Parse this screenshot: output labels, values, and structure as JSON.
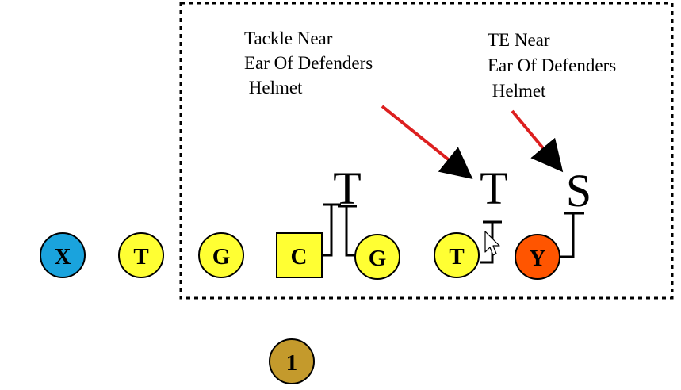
{
  "colors": {
    "lineman": "#ffff33",
    "receiver_x": "#1aa3dd",
    "receiver_y": "#ff5500",
    "back": "#c49a2c",
    "stroke": "#000000",
    "arrow": "#dd1f1f",
    "box_border": "#000000"
  },
  "offense": [
    {
      "id": "x",
      "label": "X",
      "shape": "circle",
      "color_key": "receiver_x"
    },
    {
      "id": "lt",
      "label": "T",
      "shape": "circle",
      "color_key": "lineman"
    },
    {
      "id": "lg",
      "label": "G",
      "shape": "circle",
      "color_key": "lineman"
    },
    {
      "id": "c",
      "label": "C",
      "shape": "square",
      "color_key": "lineman"
    },
    {
      "id": "rg",
      "label": "G",
      "shape": "circle",
      "color_key": "lineman"
    },
    {
      "id": "rt",
      "label": "T",
      "shape": "circle",
      "color_key": "lineman"
    },
    {
      "id": "y",
      "label": "Y",
      "shape": "circle",
      "color_key": "receiver_y"
    },
    {
      "id": "back",
      "label": "1",
      "shape": "circle",
      "color_key": "back"
    }
  ],
  "defense": [
    {
      "id": "d1",
      "label": "T"
    },
    {
      "id": "d2",
      "label": "T"
    },
    {
      "id": "d3",
      "label": "S"
    }
  ],
  "annotations": [
    {
      "id": "tackle-note",
      "lines": [
        "Tackle Near",
        "Ear Of Defenders",
        " Helmet"
      ]
    },
    {
      "id": "te-note",
      "lines": [
        "TE Near",
        "Ear Of Defenders",
        " Helmet"
      ]
    }
  ]
}
